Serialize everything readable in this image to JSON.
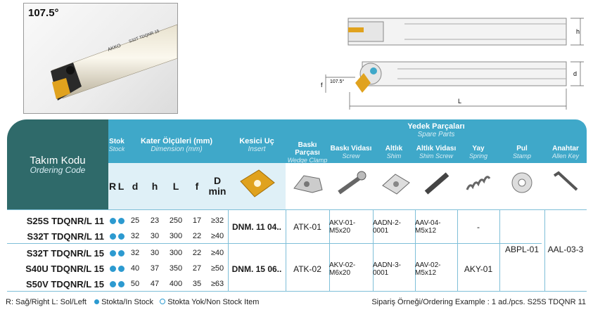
{
  "photo": {
    "angle_label": "107.5°",
    "brand": "AKKO",
    "marking": "S32T TDQNR 15"
  },
  "drawing": {
    "angle": "107.5°",
    "h": "h",
    "d": "d",
    "f": "f",
    "L": "L"
  },
  "table": {
    "spare_parts_title": "Yedek Parçaları",
    "spare_parts_sub": "Spare Parts",
    "ordering_title": "Takım Kodu",
    "ordering_sub": "Ordering Code",
    "stock_title": "Stok",
    "stock_sub": "Stock",
    "dimension_title": "Kater Ölçüleri (mm)",
    "dimension_sub": "Dimension (mm)",
    "insert_title": "Kesici Uç",
    "insert_sub": "Insert",
    "cols": {
      "R": "R",
      "L": "L",
      "d": "d",
      "h": "h",
      "Lcol": "L",
      "f": "f",
      "Dmin_1": "D",
      "Dmin_2": "min"
    },
    "parts": [
      {
        "t": "Baskı Parçası",
        "s": "Wedge Clamp"
      },
      {
        "t": "Baskı Vidası",
        "s": "Screw"
      },
      {
        "t": "Altlık",
        "s": "Shim"
      },
      {
        "t": "Altlık Vidası",
        "s": "Shim Screw"
      },
      {
        "t": "Yay",
        "s": "Spring"
      },
      {
        "t": "Pul",
        "s": "Stamp"
      },
      {
        "t": "Anahtar",
        "s": "Allen Key"
      }
    ],
    "rows": [
      {
        "code": "S25S TDQNR/L 11",
        "d": "25",
        "h": "23",
        "L": "250",
        "f": "17",
        "D": "32"
      },
      {
        "code": "S32T TDQNR/L 11",
        "d": "32",
        "h": "30",
        "L": "300",
        "f": "22",
        "D": "40"
      },
      {
        "code": "S32T TDQNR/L 15",
        "d": "32",
        "h": "30",
        "L": "300",
        "f": "22",
        "D": "40"
      },
      {
        "code": "S40U TDQNR/L 15",
        "d": "40",
        "h": "37",
        "L": "350",
        "f": "27",
        "D": "50"
      },
      {
        "code": "S50V TDQNR/L 15",
        "d": "50",
        "h": "47",
        "L": "400",
        "f": "35",
        "D": "63"
      }
    ],
    "group1": {
      "insert": "DNM. 11 04..",
      "wedge": "ATK-01",
      "screw": "AKV-01-M5x20",
      "shim": "AADN-2-0001",
      "shim_screw": "AAV-04-M5x12",
      "spring": "-"
    },
    "group2": {
      "insert": "DNM. 15 06..",
      "wedge": "ATK-02",
      "screw": "AKV-02-M6x20",
      "shim": "AADN-3-0001",
      "shim_screw": "AAV-02-M5x12",
      "spring": "AKY-01"
    },
    "stamp": "ABPL-01",
    "allen": "AAL-03-3",
    "dmin_prefix": "≥"
  },
  "footer": {
    "legend_rl": "R: Sağ/Right   L: Sol/Left",
    "legend_in": "Stokta/In Stock",
    "legend_out": "Stokta Yok/Non Stock Item",
    "order_example": "Sipariş Örneği/Ordering Example : 1 ad./pcs. S25S TDQNR 11"
  },
  "colors": {
    "dark_teal": "#2f6a6a",
    "light_blue": "#3fa8c9",
    "dot_blue": "#2c9ad0",
    "insert_gold": "#e0a21e"
  }
}
